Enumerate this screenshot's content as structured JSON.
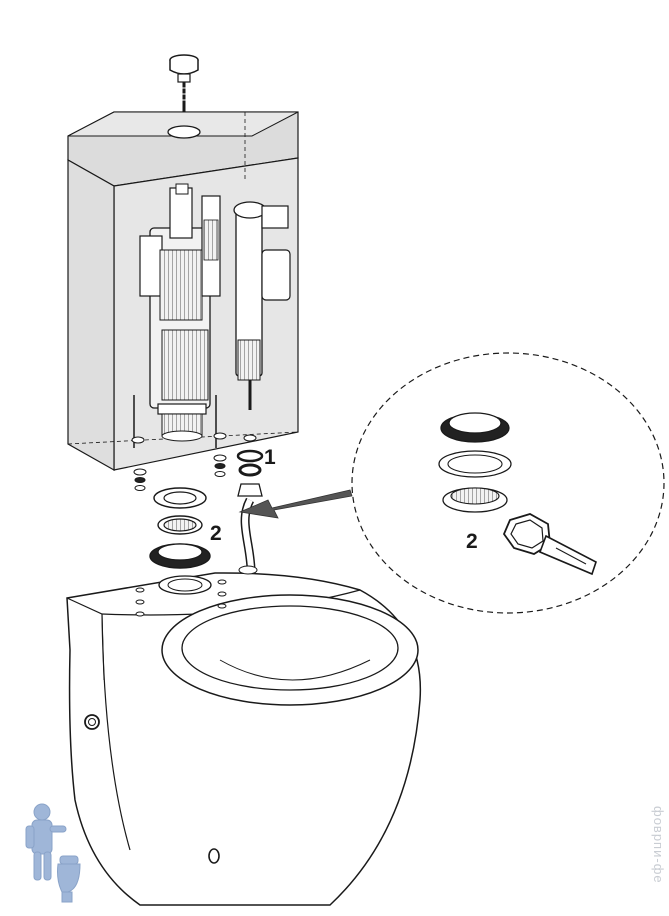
{
  "labels": {
    "part_1": "1",
    "part_2_main": "2",
    "part_2_detail": "2"
  },
  "watermark": {
    "text": "фоврпи-фе"
  },
  "colors": {
    "tank_fill": "#e6e6e6",
    "tank_top": "#dcdcdc",
    "line": "#1a1a1a",
    "mechanism": "#f2f2f2",
    "gasket_dark": "#222222",
    "bowl_fill": "#ffffff",
    "mascot": "#9fb6d8",
    "arrow": "#555555"
  },
  "icons": {
    "mascot": "plumber-mascot-icon",
    "key": "spanner-key-icon",
    "arrow": "arrow-left-icon"
  }
}
